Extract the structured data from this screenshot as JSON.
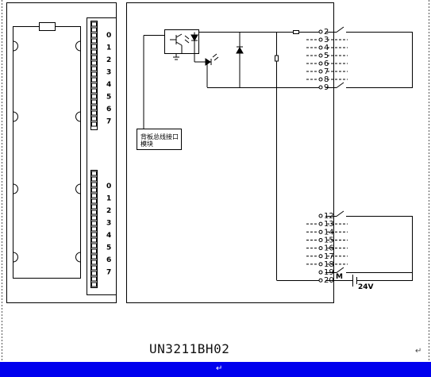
{
  "colors": {
    "line": "#000000",
    "bar": "#0000ee",
    "background": "#ffffff"
  },
  "diagram": {
    "group_a_labels": [
      "0",
      "1",
      "2",
      "3",
      "4",
      "5",
      "6",
      "7"
    ],
    "group_b_labels": [
      "0",
      "1",
      "2",
      "3",
      "4",
      "5",
      "6",
      "7"
    ],
    "upper_terminals": [
      "2",
      "3",
      "4",
      "5",
      "6",
      "7",
      "8",
      "9"
    ],
    "lower_terminals": [
      "12",
      "13",
      "14",
      "15",
      "16",
      "17",
      "18",
      "19",
      "20"
    ],
    "module_box_text": [
      "背板总线接口",
      "模块"
    ],
    "supply_label": "24V",
    "supply_terminal_symbol": "M"
  },
  "model_label": "UN3211BH02",
  "return_mark": "↵"
}
